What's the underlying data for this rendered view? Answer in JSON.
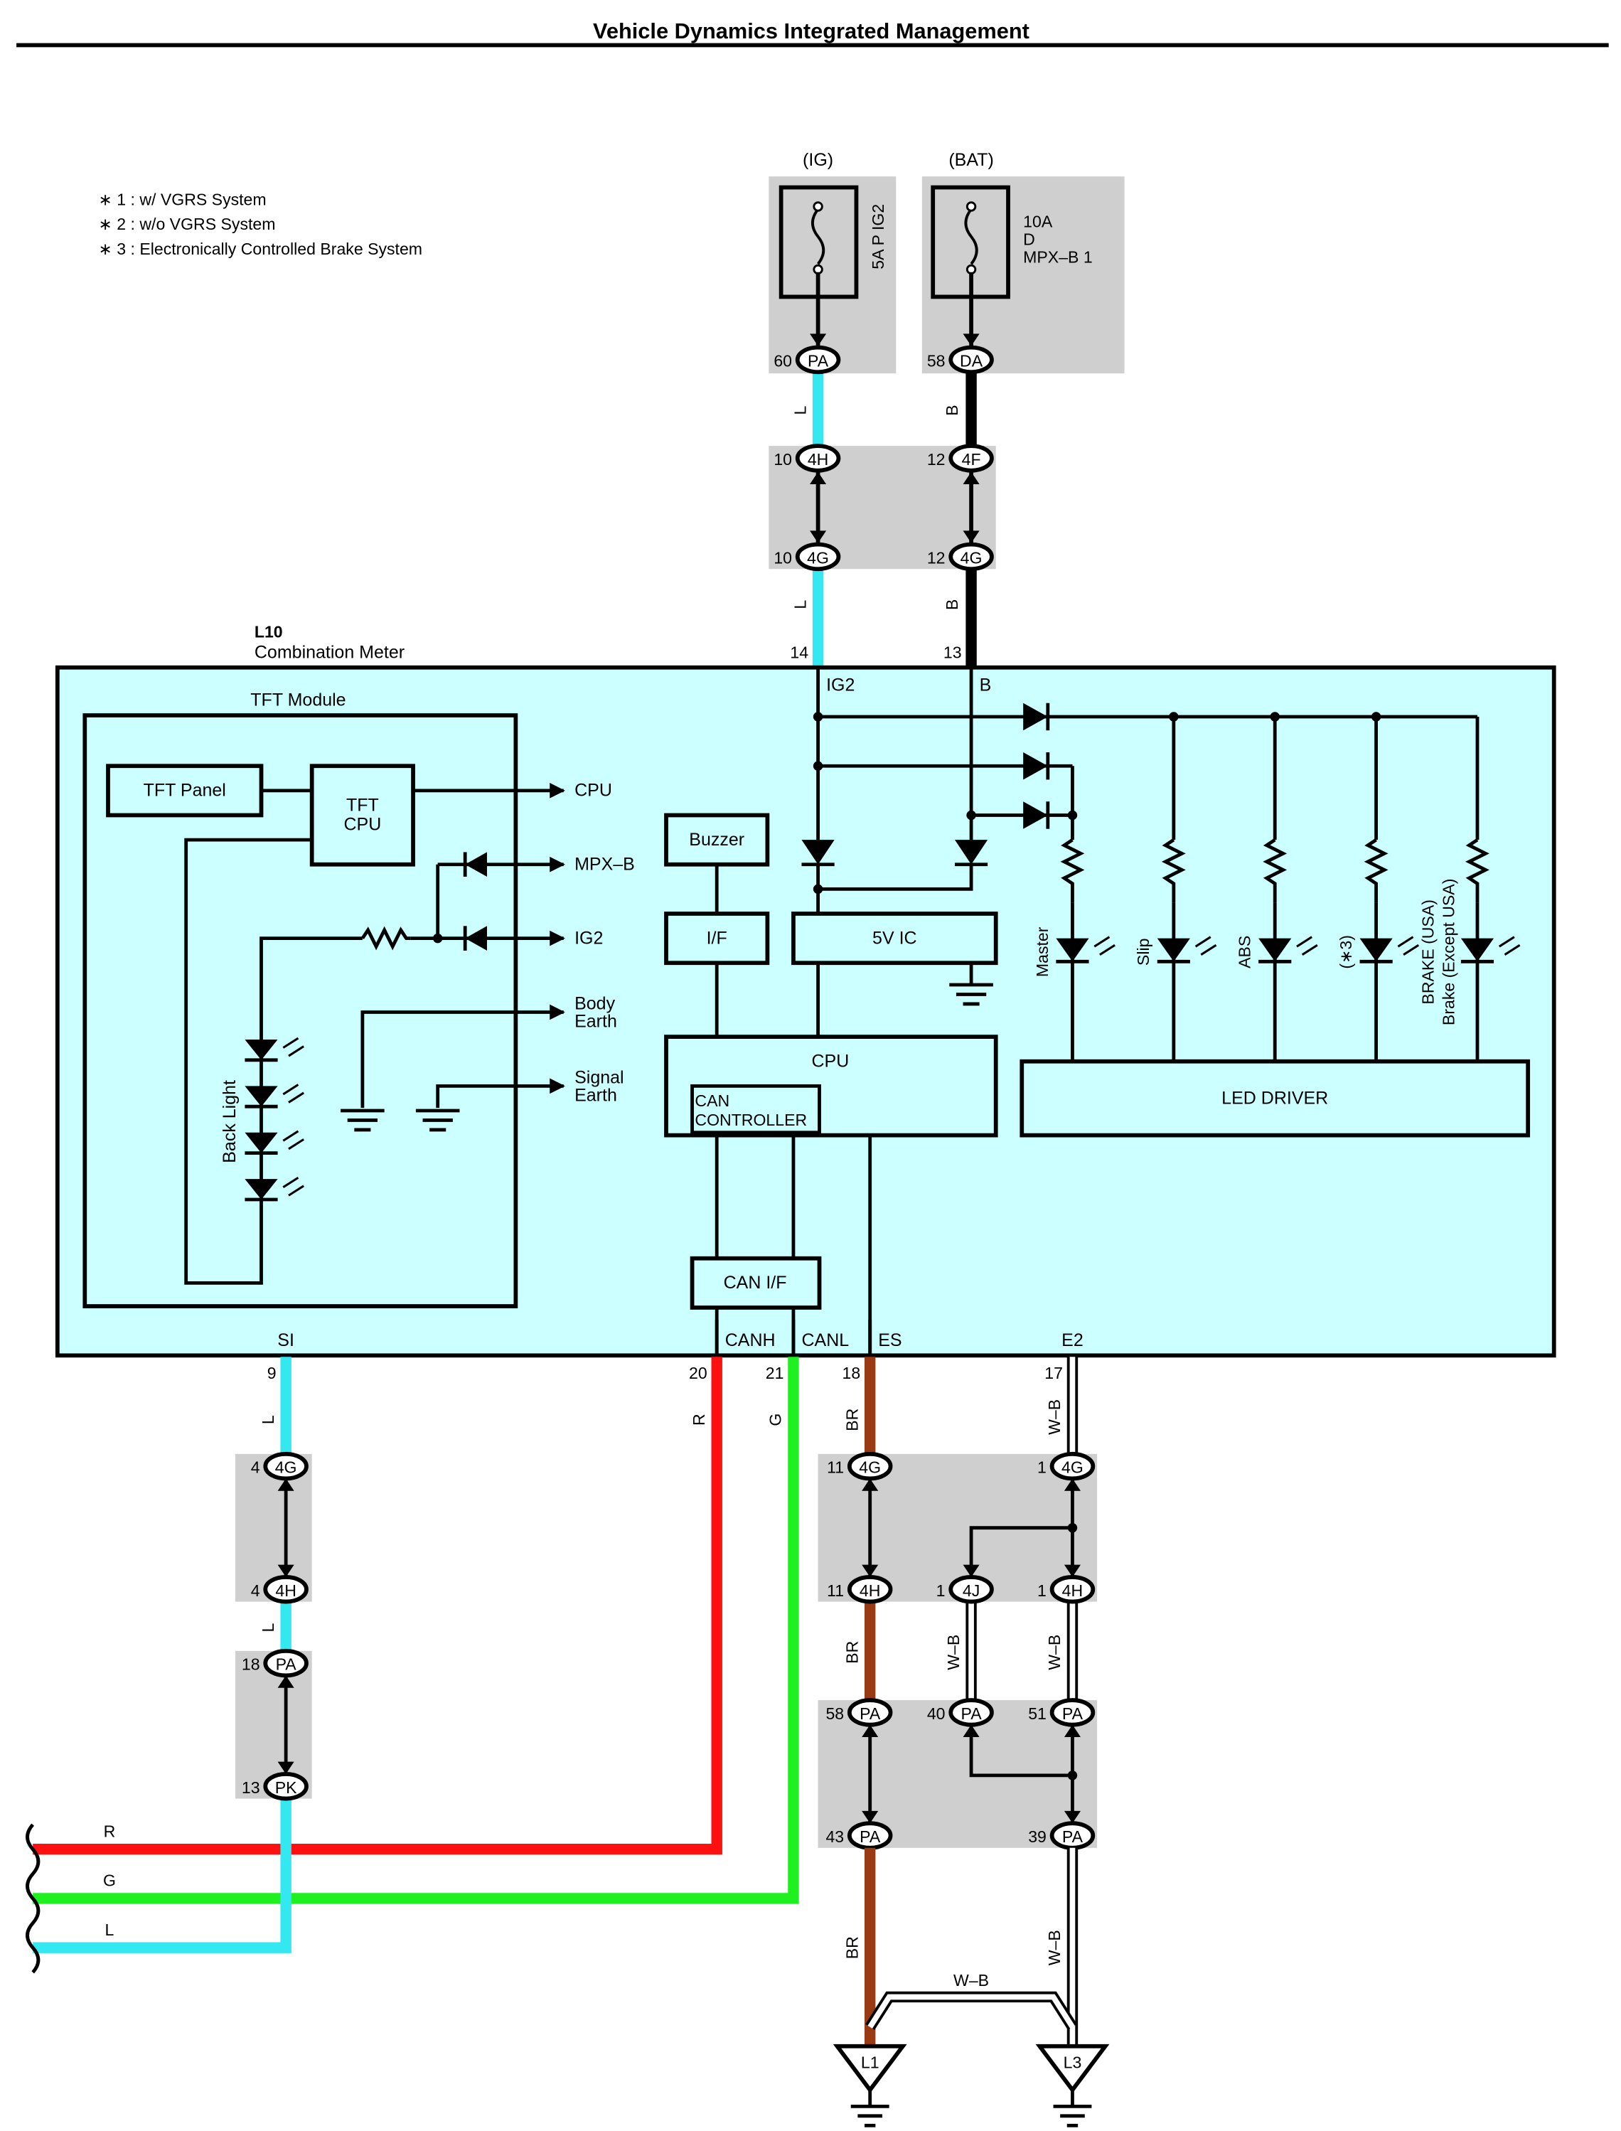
{
  "title": "Vehicle Dynamics Integrated Management",
  "notes": [
    "∗ 1 : w/ VGRS System",
    "∗ 2 : w/o VGRS System",
    "∗ 3 : Electronically Controlled Brake System"
  ],
  "colors": {
    "L": "#33e8f0",
    "B": "#000000",
    "R": "#ff1010",
    "G": "#1ff01f",
    "BR": "#9a3a12",
    "W-B": "#ffffff",
    "meter_fill": "#ccffff",
    "splice_gray": "#cfcfcf"
  },
  "fuses": {
    "ig": {
      "source": "(IG)",
      "label": "5A P IG2"
    },
    "bat": {
      "source": "(BAT)",
      "amp": "10A",
      "letter": "D",
      "name": "MPX–B 1"
    }
  },
  "connectors": {
    "c_pa60": {
      "pin": "60",
      "code": "PA"
    },
    "c_da58": {
      "pin": "58",
      "code": "DA"
    },
    "c_4h10": {
      "pin": "10",
      "code": "4H"
    },
    "c_4f12": {
      "pin": "12",
      "code": "4F"
    },
    "c_4g10": {
      "pin": "10",
      "code": "4G"
    },
    "c_4g12": {
      "pin": "12",
      "code": "4G"
    },
    "c_4g4": {
      "pin": "4",
      "code": "4G"
    },
    "c_4h4": {
      "pin": "4",
      "code": "4H"
    },
    "c_pa18": {
      "pin": "18",
      "code": "PA"
    },
    "c_pk13": {
      "pin": "13",
      "code": "PK"
    },
    "c_4g11": {
      "pin": "11",
      "code": "4G"
    },
    "c_4g1": {
      "pin": "1",
      "code": "4G"
    },
    "c_4h11": {
      "pin": "11",
      "code": "4H"
    },
    "c_4j1": {
      "pin": "1",
      "code": "4J"
    },
    "c_4h1": {
      "pin": "1",
      "code": "4H"
    },
    "c_pa58": {
      "pin": "58",
      "code": "PA"
    },
    "c_pa40": {
      "pin": "40",
      "code": "PA"
    },
    "c_pa51": {
      "pin": "51",
      "code": "PA"
    },
    "c_pa43": {
      "pin": "43",
      "code": "PA"
    },
    "c_pa39": {
      "pin": "39",
      "code": "PA"
    }
  },
  "wires": {
    "w_l_top1": "L",
    "w_b_top1": "B",
    "w_l_top2": "L",
    "w_b_top2": "B",
    "w_l_si": "L",
    "w_r_canh": "R",
    "w_g_canl": "G",
    "w_br_es": "BR",
    "w_wb_e2": "W–B",
    "w_l_mid": "L",
    "w_br_mid": "BR",
    "w_wb_4j": "W–B",
    "w_wb_mid": "W–B",
    "w_br_bot": "BR",
    "w_wb_bot": "W–B",
    "w_wb_link": "W–B",
    "bus_r": "R",
    "bus_g": "G",
    "bus_l": "L"
  },
  "meter": {
    "code": "L10",
    "name": "Combination Meter",
    "pin_ig2": "14",
    "term_ig2": "IG2",
    "pin_b": "13",
    "term_b": "B",
    "pin_si": "9",
    "term_si": "SI",
    "pin_canh": "20",
    "term_canh": "CANH",
    "pin_canl": "21",
    "term_canl": "CANL",
    "pin_es": "18",
    "term_es": "ES",
    "pin_e2": "17",
    "term_e2": "E2"
  },
  "tft": {
    "title": "TFT Module",
    "panel": "TFT Panel",
    "cpu_line1": "TFT",
    "cpu_line2": "CPU",
    "arrow_cpu": "CPU",
    "arrow_mpxb": "MPX–B",
    "arrow_ig2": "IG2",
    "body_earth_1": "Body",
    "body_earth_2": "Earth",
    "signal_earth_1": "Signal",
    "signal_earth_2": "Earth",
    "back_light": "Back Light"
  },
  "blocks": {
    "buzzer": "Buzzer",
    "if": "I/F",
    "vic": "5V IC",
    "cpu": "CPU",
    "can_ctrl_1": "CAN",
    "can_ctrl_2": "CONTROLLER",
    "can_if": "CAN I/F",
    "led_driver": "LED DRIVER"
  },
  "indicators": {
    "master": "Master",
    "slip": "Slip",
    "abs": "ABS",
    "star3": "(∗3)",
    "brake_1": "BRAKE (USA)",
    "brake_2": "Brake (Except USA)"
  },
  "grounds": {
    "l1": "L1",
    "l3": "L3"
  }
}
